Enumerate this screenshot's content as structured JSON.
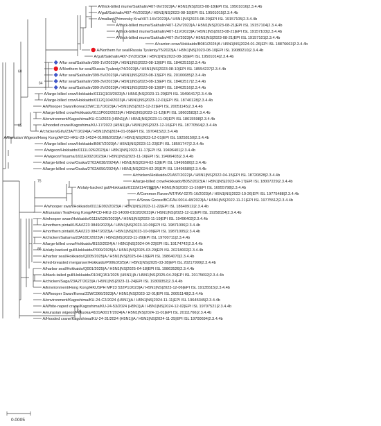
{
  "tree": {
    "scale_bar_label": "0.0005",
    "colors": {
      "branch": "#3a3a3a",
      "highlight_red": "#e8141e",
      "highlight_blue": "#4258c8"
    },
    "leaves": [
      {
        "label": "A/thick-billed mume/Sakhalin/407-9V/2023|A / H5N1|NS|2023-08-18|EPI ISL 19501016|2.3.4.4b"
      },
      {
        "label": "A/gull/Sakhalin/407-4V/2023|A / H5N1|NS|2023-08-18|EPI ISL 19501015|2.3.4.4b"
      },
      {
        "label": "A/mallard/Primorsky Krai/407-14V/2023|A / H5N1|NS|2023-08-20|EPI ISL 19157105|2.3.4.4b"
      },
      {
        "label": "A/thick-billed mume/Sakhalin/407-12V/2023|A / H5N1|NS|2023-08-21|EPI ISL 19157104|2.3.4.4b"
      },
      {
        "label": "A/thick-billed mume/Sakhalin/407-11V/2023|A / H5N1|NS|2023-08-21|EPI ISL 19157103|2.3.4.4b"
      },
      {
        "label": "A/thick-billed mume/Sakhalin/407-2V/2023|A / H5N1|NS|2023-08-21|EPI ISL 19157101|2.3.4.4b"
      },
      {
        "label": "A/carrion crow/Hokkaido/B081/2024|A / H5N1|NS|2024-01-26|EPI ISL 18876663|2.3.4.4b"
      },
      {
        "label": "A/Northern fur seal/Russia Tyuleniy/75/2023|A / H5N1|NS|2023-08-10|EPI ISL 19080210|2.3.4.4b",
        "marker": "circle"
      },
      {
        "label": "A/gull/Sakhalin/407-3V/2023|A / H5N1|NS|2023-08-18|EPI ISL 19501014|2.3.4.4b"
      },
      {
        "label": "A/fur seal/Sakhalin/399-1V/2023|A / H5N1|NS|2023-08-13|EPI ISL 18462515|2.3.4.4b",
        "marker": "diamond"
      },
      {
        "label": "A/Northern fur seal/Russia Tyuleniy/74/2023|A / H5N1|NS|2023-08-10|EPI ISL 18554237|2.3.4.4b",
        "marker": "circle"
      },
      {
        "label": "A/fur seal/Sakhalin/399-5V/2023|A / H5N1|NS|2023-08-13|EPI ISL 20100685|2.3.4.4b",
        "marker": "diamond"
      },
      {
        "label": "A/fur seal/Sakhalin/399-3V/2023|A / H5N1|NS|2023-08-13|EPI ISL 18462517|2.3.4.4b",
        "marker": "diamond"
      },
      {
        "label": "A/fur seal/Sakhalin/399-2V/2023|A / H5N1|NS|2023-08-13|EPI ISL 18462516|2.3.4.4b",
        "marker": "diamond"
      },
      {
        "label": "A/large-billed crow/Hokkaido/0111Q103/2023|A / H5N1|NS|2023-11-29|EPI ISL 19496417|2.3.4.4b"
      },
      {
        "label": "A/large-billed crow/Hokkaido/0112Q104/2023|A / H5N1|NS|2023-12-01|EPI ISL 18740128|2.3.4.4b"
      },
      {
        "label": "A/Whooper Swan/Korea/23WC117/2023|A / H5N1|NS|2023-12-22|EPI ISL 20051145|2.3.4.4b"
      },
      {
        "label": "A/large-billed crow/Hokkaido/0111P002/2023|A / H5N1|NS|2023-11-12|EPI ISL 18603583|2.3.4.4b"
      },
      {
        "label": "A/environment/Kagoshima/KU-G1/2023 (H5N1)|A / H5N1|NS|2023-11-06|EPI ISL 18615598|2.3.4.4b"
      },
      {
        "label": "A/hooded crane/Kagoshima/KU-17/2023 (H5N1)|A / H5N1|NS|2023-12-16|EPI ISL 18770564|2.3.4.4b"
      },
      {
        "label": "A/chicken/Gifu/23A7T/2024|A / H5N1|NS|2024-01-05|EPI ISL 19704152|2.3.4.4b"
      },
      {
        "label": "A/Eurasian Wigeon/Hong Kong/AFCD-HKU-23-14524-01008/2023|A / H5N1|NS|2023-12-01|EPI ISL 19258150|2.3.4.4b"
      },
      {
        "label": "A/large-billed crow/Hokkaido/B067/2023|A / H5N1|NS|2023-11-23|EPI ISL 18591747|2.3.4.4b"
      },
      {
        "label": "A/wigeon/Hokkaido/0111L026/2023|A / H5N1|NS|2023-11-17|EPI ISL 19496401|2.3.4.4b"
      },
      {
        "label": "A/wigeon/Toyama/1611E002/2023|A / H5N1|NS|2023-11-16|EPI ISL 19496403|2.3.4.4b"
      },
      {
        "label": "A/large-billed crow/Osaka/2702A038/2024|A / H5N1|NS|2024-02-13|EPI ISL 19496580|2.3.4.4b"
      },
      {
        "label": "A/large-billed crow/Osaka/2702A050/2024|A / H5N1|NS|2024-02-26|EPI ISL 19496589|2.3.4.4b"
      },
      {
        "label": "A/chicken/Hokkaido/21A5T/2022|A / H5N1|NS|2022-04-15|EPI ISL 18720828|2.3.4.4b"
      },
      {
        "label": "A/large-billed crow/Hokkaido/B052/2023|A / H5N1|NS|2023-04-17|EPI ISL 18007229|2.3.4.4b"
      },
      {
        "label": "A/slaty-backed gull/Hokkaido/0111M114/2022|A / H5N1|NS|2022-11-16|EPI ISL 16955798|2.3.4.4b"
      },
      {
        "label": "A/Common Raven/NT/FAV-0275-16/2023|A / H5N1|NS|2022-10-26|EPI ISL 19775488|2.3.4.4b"
      },
      {
        "label": "A/Snow Goose/BC/FAV-0014-48/2023|A / H5N1|NS|2022-11-21|EPI ISL 19775512|2.3.4.4b"
      },
      {
        "label": "A/whooper swan/Hokkaido/0111E092/2023|A / H5N1|NS|2023-11-22|EPI ISL 18640912|2.3.4.4b"
      },
      {
        "label": "A/Eurasian Teal/Hong Kong/AFCD-HKU-23-14009-01020/2023|A / H5N1|NS|2023-12-11|EPI ISL 19258154|2.3.4.4b"
      },
      {
        "label": "A/whooper swan/Hokkaido/0111M126/2023|A / H5N1|NS|2023-11-19|EPI ISL 19496402|2.3.4.4b"
      },
      {
        "label": "A/northern pintail/USA/IZ23 0849/2023|A / H5N1|NS|2023-10-09|EPI ISL 19871006|2.3.4.4b"
      },
      {
        "label": "A/northern pintail/USA/IZ23 0847/2023|A / H5N1|NS|2023-10-09|EPI ISL 19871005|2.3.4.4b"
      },
      {
        "label": "A/chicken/Saitama/23A10C/2023|A / H5N1|NS|2023-11-29|EPI ISL 19700711|2.3.4.4b"
      },
      {
        "label": "A/large-billed crow/Hokkaido/B153/2024|A / H5N1|NS|2024-04-22|EPI ISL 19174742|2.3.4.4b"
      },
      {
        "label": "A/slaty-backed gull/Hokkaido/P009/2025|A / H5N1|NS|2025-03-29|EPI ISL 20218002|2.3.4.4b"
      },
      {
        "label": "A/harbor seal/Hokkaido/Q005/2025|A / H5N1|NS|2025-04-18|EPI ISL 19864070|2.3.4.4b"
      },
      {
        "label": "A/red-breasted merganser/Hokkaido/P006/2025|A / H5N1|NS|2025-03-28|EPI ISL 20217999|2.3.4.4b"
      },
      {
        "label": "A/harbor seal/Hokkaido/Q001/2025|A / H5N1|NS|2025-04-18|EPI ISL 19863526|2.3.4.4b"
      },
      {
        "label": "A/black-tailed gull/Hokkaido/0104Q151/2025 (H5N1)|A / H5N1|NS|2025-04-29|EPI ISL 20175692|2.3.4.4b"
      },
      {
        "label": "A/chicken/Saga/23A2T/2023|A / H5N1|NS|2023-11-24|EPI ISL 19309352|2.3.4.4b"
      },
      {
        "label": "A/Environment/Hong Kong/HKUSPH MP23 532P1/2023|A / H5N1|NS|2023-12-06|EPI ISL 19135515|2.3.4.4b"
      },
      {
        "label": "A/Whooper Swan/Korea/23WC066/2023|A / H5N1|NS|2023-12-01|EPI ISL 20051148|2.3.4.4b"
      },
      {
        "label": "A/environment/Kagoshima/KU-24-C2/2024 (H5N1)|A / H5N1|NS|2024-11-11|EPI ISL 19645345|2.3.4.4b"
      },
      {
        "label": "A/White-naped crane/Kagoshima/KU-24-53/2024 (H5N1)|A / H5N1|NS|2024-12-02|EPI ISL 19707521|2.3.4.4b"
      },
      {
        "label": "A/eurasian wigeon/Fukuoka/4101A001T/2024|A / H5N1|NS|2024-11-01|EPI ISL 20111766|2.3.4.4b"
      },
      {
        "label": "A/Hooded crane/Kagoshima/KU-24-31/2024 (H5N1)|A / H5N1|NS|2024-11-25|EPI ISL 19700694|2.3.4.4b"
      }
    ],
    "bootstrap": [
      {
        "label": "61"
      },
      {
        "label": "64"
      },
      {
        "label": "60"
      },
      {
        "label": "65"
      },
      {
        "label": "75"
      },
      {
        "label": "88"
      },
      {
        "label": "86"
      },
      {
        "label": "94"
      }
    ]
  }
}
